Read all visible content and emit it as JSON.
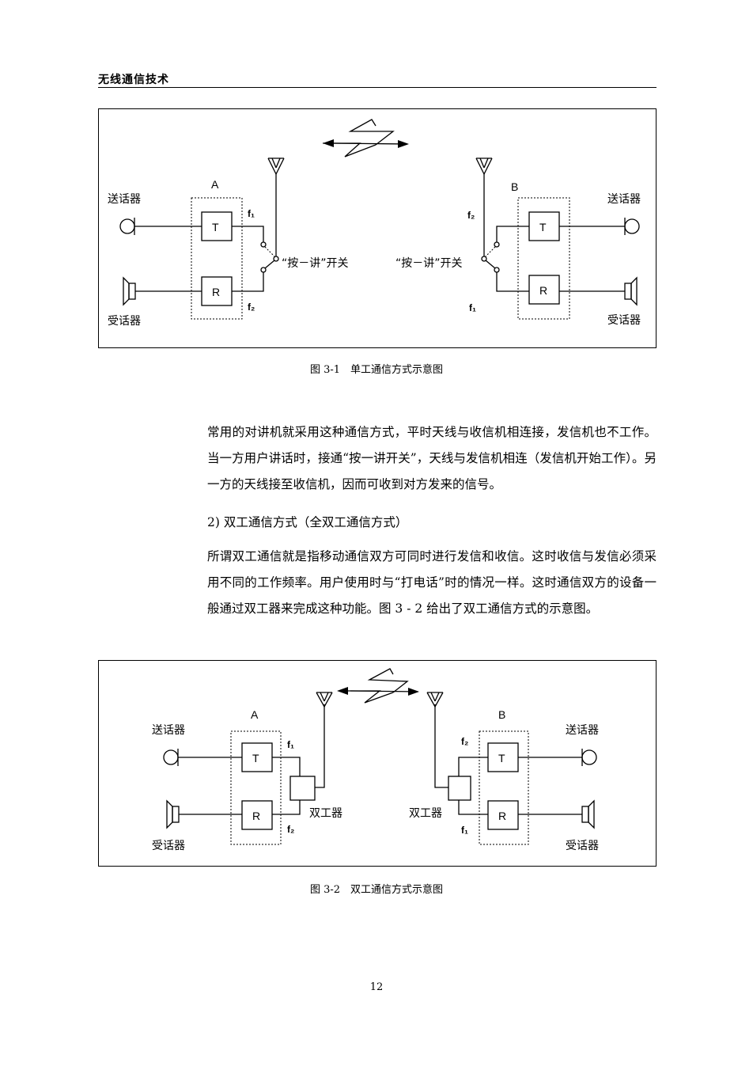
{
  "header": {
    "title": "无线通信技术"
  },
  "figure1": {
    "caption": "图 3-1　单工通信方式示意图",
    "label_a": "A",
    "label_b": "B",
    "left_mic": "送话器",
    "left_speaker": "受话器",
    "right_mic": "送话器",
    "right_speaker": "受话器",
    "t": "T",
    "r": "R",
    "f1": "f₁",
    "f2": "f₂",
    "switch_left": "“按－讲”开关",
    "switch_right": "“按－讲”开关"
  },
  "paragraphs": {
    "p1": "常用的对讲机就采用这种通信方式，平时天线与收信机相连接，发信机也不工作。当一方用户讲话时，接通“按一讲开关”，天线与发信机相连（发信机开始工作）。另一方的天线接至收信机，因而可收到对方发来的信号。",
    "heading2": "2) 双工通信方式（全双工通信方式）",
    "p2": "所谓双工通信就是指移动通信双方可同时进行发信和收信。这时收信与发信必须采用不同的工作频率。用户使用时与“打电话”时的情况一样。这时通信双方的设备一般通过双工器来完成这种功能。图 3 - 2 给出了双工通信方式的示意图。"
  },
  "figure2": {
    "caption": "图 3-2　双工通信方式示意图",
    "label_a": "A",
    "label_b": "B",
    "left_mic": "送话器",
    "left_speaker": "受话器",
    "right_mic": "送话器",
    "right_speaker": "受话器",
    "t": "T",
    "r": "R",
    "f1": "f₁",
    "f2": "f₂",
    "duplexer_left": "双工器",
    "duplexer_right": "双工器"
  },
  "page_number": "12"
}
